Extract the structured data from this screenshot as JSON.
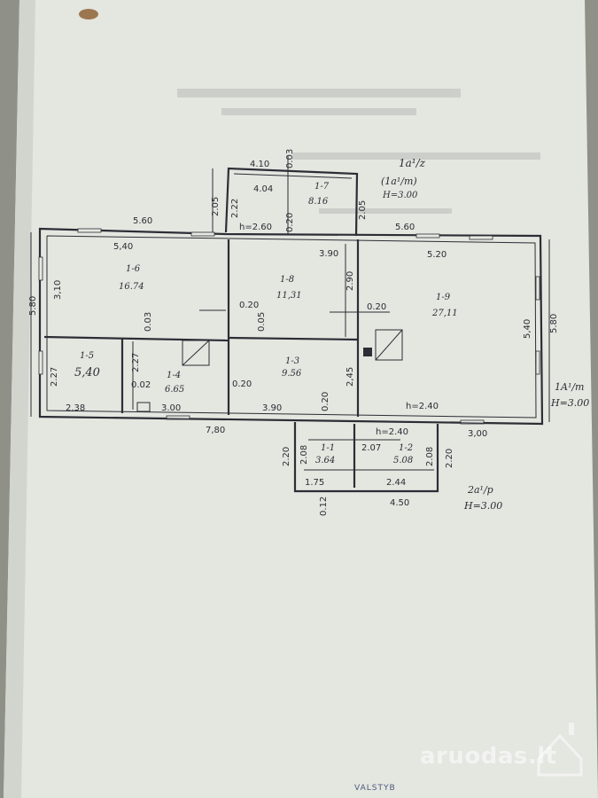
{
  "watermark": "aruodas.lt",
  "stamp": "VALSTYB",
  "building_label": {
    "mark": "1A¹/m",
    "height": "H=3.00"
  },
  "annex_label": {
    "mark": "2a¹/p",
    "height": "H=3.00"
  },
  "porch_label": {
    "mark": "1a¹/z",
    "sub": "(1a¹/m)",
    "height": "H=3.00"
  },
  "rooms": [
    {
      "id": "1-1",
      "area": "3.64"
    },
    {
      "id": "1-2",
      "area": "5.08"
    },
    {
      "id": "1-3",
      "area": "9.56"
    },
    {
      "id": "1-4",
      "area": "6.65"
    },
    {
      "id": "1-5",
      "area": "5,40"
    },
    {
      "id": "1-6",
      "area": "16.74"
    },
    {
      "id": "1-7",
      "area": "8.16"
    },
    {
      "id": "1-8",
      "area": "11,31"
    },
    {
      "id": "1-9",
      "area": "27,11"
    }
  ],
  "dimensions": {
    "top_left": "5.60",
    "top_right": "5.60",
    "inner_top_left": "5,40",
    "inner_top_mid": "3.90",
    "inner_top_right": "5.20",
    "left_outer": "5.80",
    "left_inner": "3,10",
    "right_outer": "5.80",
    "right_inner": "5,40",
    "bottom_total": "7,80",
    "bottom_right": "3,00",
    "bottom_a": "2.38",
    "bottom_b": "3.00",
    "bottom_c": "3.90",
    "porch_top": "4.10",
    "porch_inner": "4.04",
    "porch_left": "2.05",
    "porch_left_inner": "2.22",
    "porch_right": "2.05",
    "porch_wall": "0.03",
    "h_260": "h=2.60",
    "wall_020_a": "0.20",
    "wall_020_b": "0.20",
    "wall_020_c": "0.20",
    "wall_020_d": "0.20",
    "wall_020_e": "0.20",
    "d_290": "2.90",
    "d_245": "2,45",
    "h_240": "h=2.40",
    "d_003": "0.03",
    "d_005": "0.05",
    "d_227a": "2.27",
    "d_227b": "2.27",
    "d_002": "0.02",
    "annex_h": "h=2.40",
    "annex_left": "2.20",
    "annex_left_in": "2.08",
    "annex_right": "2.20",
    "annex_right_in": "2.08",
    "annex_mid": "2.07",
    "annex_bottom": "4.50",
    "annex_b1": "1.75",
    "annex_b2": "2.44",
    "annex_wall": "0.12"
  }
}
